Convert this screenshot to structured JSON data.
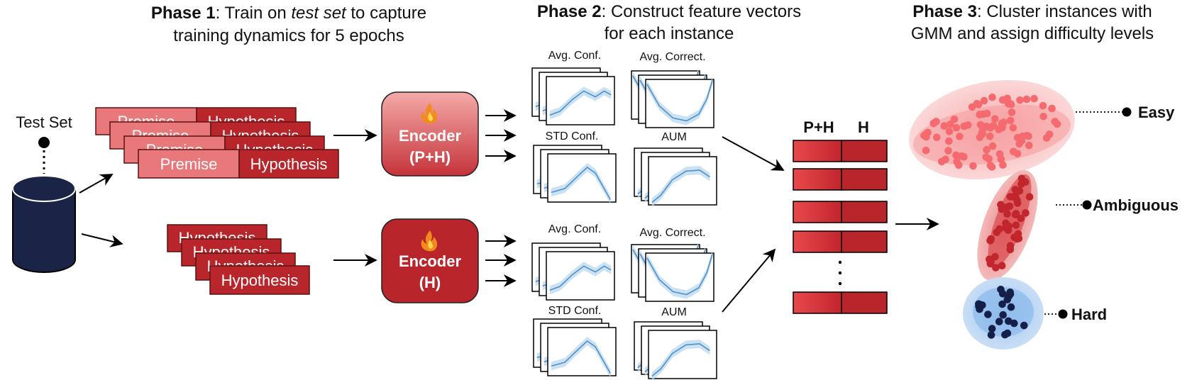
{
  "phases": {
    "p1": {
      "bold": "Phase 1",
      "pre": ": Train on ",
      "italic": "test set",
      "post": " to capture",
      "line2": "training dynamics for 5 epochs"
    },
    "p2": {
      "bold": "Phase 2",
      "rest": ": Construct feature vectors",
      "line2": "for each instance"
    },
    "p3": {
      "bold": "Phase 3",
      "rest": ": Cluster instances with",
      "line2": "GMM and assign difficulty levels"
    }
  },
  "dataset": {
    "label": "Test Set"
  },
  "cards": {
    "premise": "Premise",
    "hypothesis": "Hypothesis"
  },
  "encoders": {
    "ph": {
      "line1": "Encoder",
      "line2": "(P+H)",
      "icon": "flame-icon"
    },
    "h": {
      "line1": "Encoder",
      "line2": "(H)",
      "icon": "flame-icon"
    }
  },
  "metrics": {
    "avg_conf": "Avg. Conf.",
    "avg_correct": "Avg. Correct.",
    "std_conf": "STD Conf.",
    "aum": "AUM"
  },
  "feature_table": {
    "col1": "P+H",
    "col2": "H"
  },
  "clusters": {
    "easy": "Easy",
    "ambiguous": "Ambiguous",
    "hard": "Hard"
  },
  "colors": {
    "premise": "#e8787a",
    "hypothesis": "#b8262c",
    "encoder_ph_top": "#f2a3a3",
    "encoder_ph_bottom": "#c6343a",
    "encoder_h": "#b8262c",
    "curve": "#4f8fc6",
    "band": "#b9d8f0",
    "easy": "#f46a6e",
    "ambiguous": "#c0262c",
    "hard": "#14204a",
    "db": "#1a2447"
  }
}
